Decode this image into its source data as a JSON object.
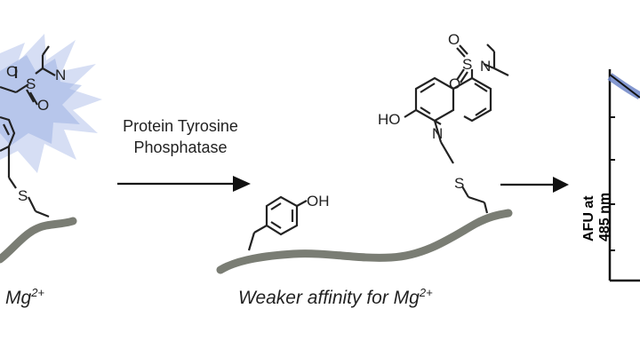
{
  "arrow_label_line1": "Protein Tyrosine",
  "arrow_label_line2": "Phosphatase",
  "caption_left_base": "Mg",
  "caption_left_sup": "2+",
  "caption_middle_base": "Weaker affinity for Mg",
  "caption_middle_sup": "2+",
  "atom_oh_sulfonamide": "S",
  "atom_o": "O",
  "atom_n": "N",
  "atom_s_linker": "S",
  "atom_ho": "HO",
  "atom_oh": "OH",
  "plot_ylabel": "AFU at 485 nm",
  "colors": {
    "glow": "#b9c7ea",
    "peptide": "#7a7d74",
    "points": "#6f86c8",
    "ink": "#222222"
  }
}
